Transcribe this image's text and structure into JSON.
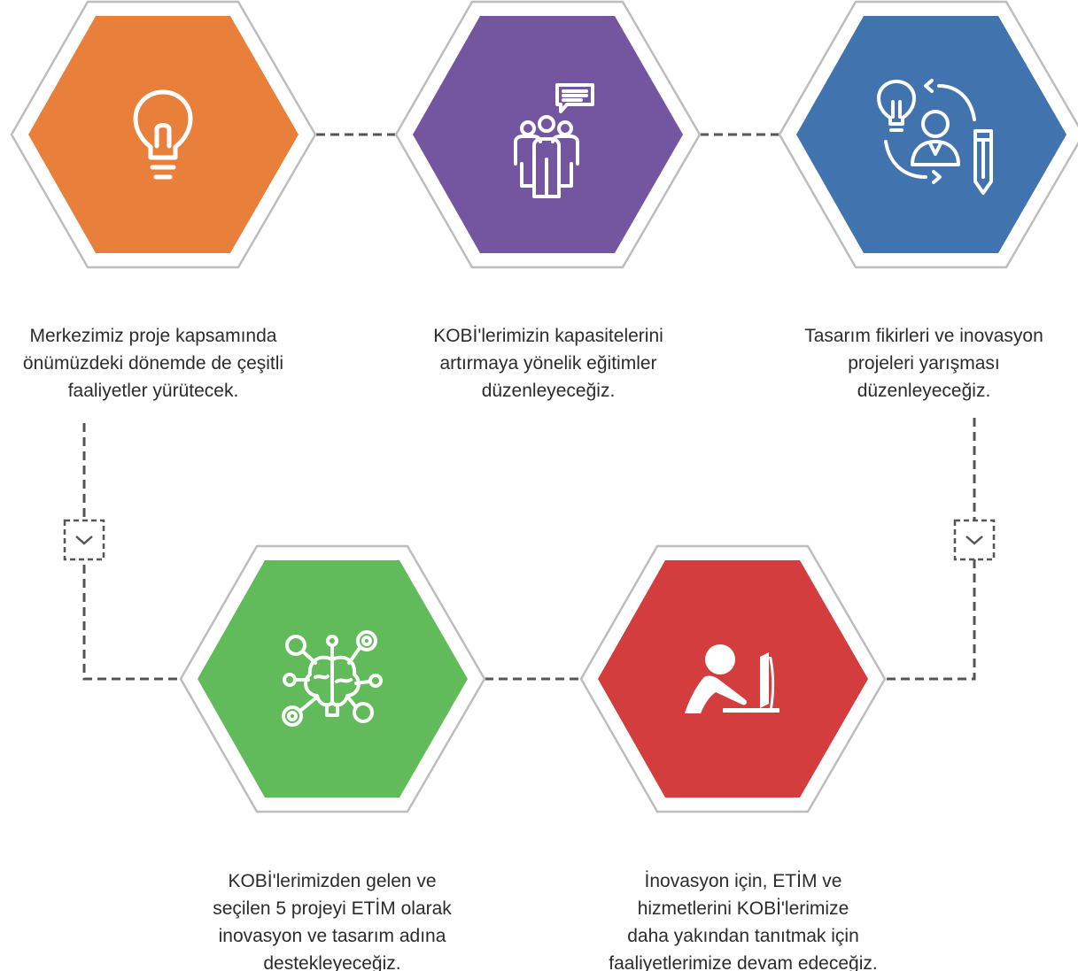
{
  "steps": [
    {
      "id": "step-1",
      "icon": "lightbulb-icon",
      "color": "#e8803b",
      "lines": [
        "Merkezimiz proje kapsamında",
        "önümüzdeki dönemde de çeşitli",
        "faaliyetler yürütecek."
      ]
    },
    {
      "id": "step-2",
      "icon": "training-group-icon",
      "color": "#7456a0",
      "lines": [
        "KOBİ'lerimizin kapasitelerini",
        "artırmaya yönelik eğitimler",
        "düzenleyeceğiz."
      ]
    },
    {
      "id": "step-3",
      "icon": "design-idea-cycle-icon",
      "color": "#4173ae",
      "lines": [
        "Tasarım fikirleri ve inovasyon",
        "projeleri yarışması",
        "düzenleyeceğiz."
      ]
    },
    {
      "id": "step-4",
      "icon": "innovation-brain-icon",
      "color": "#62bb5a",
      "lines": [
        "KOBİ'lerimizden gelen ve",
        "seçilen 5 projeyi ETİM olarak",
        "inovasyon ve tasarım adına",
        "destekleyeceğiz."
      ]
    },
    {
      "id": "step-5",
      "icon": "computer-work-icon",
      "color": "#d33d3d",
      "lines": [
        "İnovasyon için, ETİM ve",
        "hizmetlerini KOBİ'lerimize",
        "daha yakından tanıtmak için",
        "faaliyetlerimize devam edeceğiz."
      ]
    }
  ],
  "connector_color": "#555555",
  "outline_color": "#bdbdbd"
}
